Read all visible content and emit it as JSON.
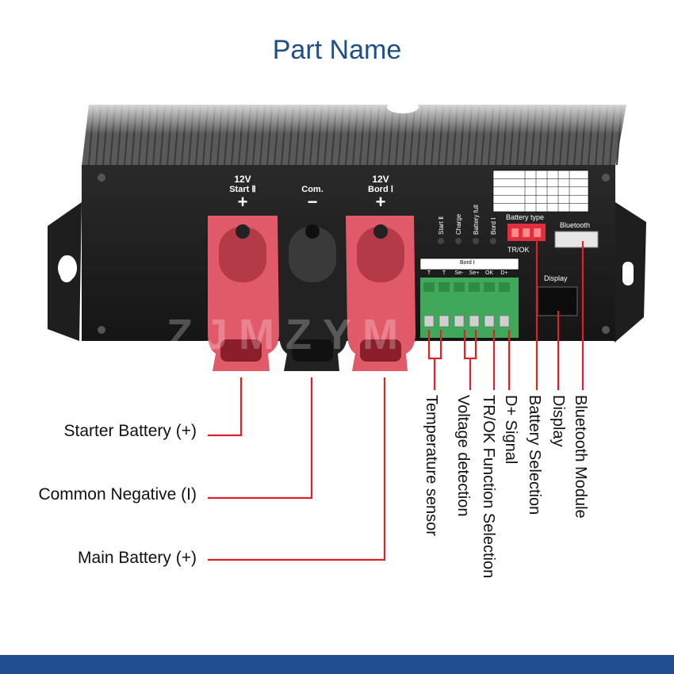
{
  "title": "Part Name",
  "device": {
    "terminals": [
      {
        "voltage": "12V",
        "name": "Start Ⅱ",
        "sign": "+"
      },
      {
        "voltage": "",
        "name": "Com.",
        "sign": "−"
      },
      {
        "voltage": "12V",
        "name": "Bord Ⅰ",
        "sign": "+"
      }
    ],
    "leds": [
      "Start Ⅱ",
      "Charge",
      "Battery full",
      "Bord Ⅰ"
    ],
    "battery_type_label": "Battery type",
    "trok_label": "TR/OK",
    "bluetooth_label": "Bluetooth",
    "display_label": "Display",
    "terminal_block": {
      "header": "Bord Ⅰ",
      "pins": [
        "T",
        "T",
        "Se-",
        "Se+",
        "OK",
        "D+"
      ]
    },
    "watermark": "ZJMZYM"
  },
  "labels_left": [
    {
      "text": "Starter Battery (+)"
    },
    {
      "text": "Common Negative (I)"
    },
    {
      "text": "Main Battery (+)"
    }
  ],
  "labels_vertical": [
    {
      "text": "Temperature sensor"
    },
    {
      "text": "Voltage detection"
    },
    {
      "text": "TR/OK Function Selection"
    },
    {
      "text": "D+ Signal"
    },
    {
      "text": "Battery Selection"
    },
    {
      "text": "Display"
    },
    {
      "text": "Bluetooth Module"
    }
  ],
  "colors": {
    "title": "#1e4e8c",
    "leader_line": "#e0202a",
    "terminal_red": "#e05a6a",
    "terminal_black": "#222222",
    "connector_green": "#3fa85a",
    "footer": "#1f4f8f"
  }
}
